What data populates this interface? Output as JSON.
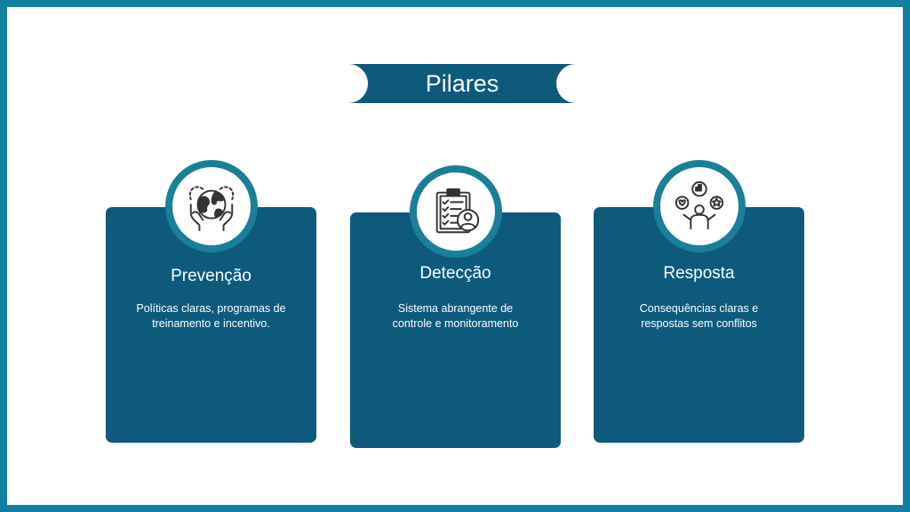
{
  "title": "Pilares",
  "cards": [
    {
      "title": "Prevenção",
      "description": "Políticas claras, programas de\ntreinamento e incentivo.",
      "icon": "globe-hands-icon"
    },
    {
      "title": "Detecção",
      "description": "Sistema abrangente de\ncontrole e monitoramento",
      "icon": "clipboard-user-icon"
    },
    {
      "title": "Resposta",
      "description": "Consequências claras e\nrespostas sem conflitos",
      "icon": "person-feedback-icon"
    }
  ],
  "colors": {
    "frame": "#137ea2",
    "card": "#0d5a7d",
    "ring": "#1a7f99"
  }
}
